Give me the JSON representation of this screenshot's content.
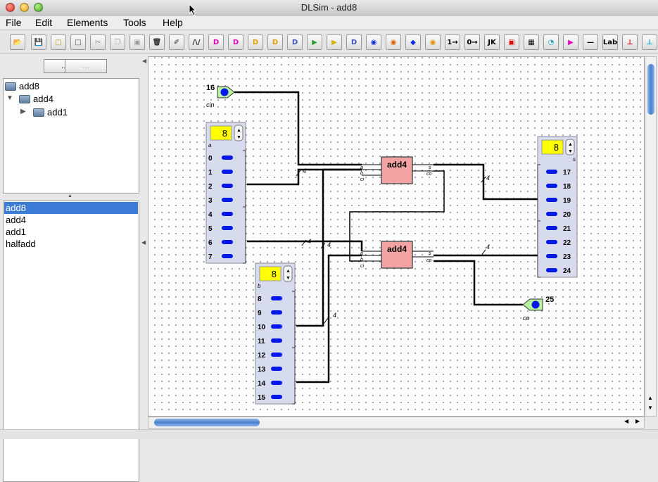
{
  "window": {
    "title": "DLSim - add8"
  },
  "menu": [
    "File",
    "Edit",
    "Elements",
    "Tools",
    "Help"
  ],
  "toolbar": {
    "buttons": [
      {
        "name": "open-icon",
        "glyph": "📂",
        "color": "#d8a000"
      },
      {
        "name": "save-icon",
        "glyph": "💾",
        "color": "#333"
      },
      {
        "name": "new-icon",
        "glyph": "□",
        "color": "#b8a000"
      },
      {
        "name": "blank-page-icon",
        "glyph": "□",
        "color": "#555"
      },
      {
        "name": "cut-icon",
        "glyph": "✂",
        "color": "#9a9a9a"
      },
      {
        "name": "copy-icon",
        "glyph": "❐",
        "color": "#9a9a9a"
      },
      {
        "name": "paste-icon",
        "glyph": "▣",
        "color": "#9a9a9a"
      },
      {
        "name": "delete-icon",
        "glyph": "🗑",
        "color": "#333"
      },
      {
        "name": "trash-edit-icon",
        "glyph": "✐",
        "color": "#333"
      },
      {
        "name": "wire-icon",
        "glyph": "/\\/",
        "color": "#222"
      },
      {
        "name": "and-gate-icon",
        "glyph": "D",
        "color": "#e000c0"
      },
      {
        "name": "nand-gate-icon",
        "glyph": "D",
        "color": "#e000c0"
      },
      {
        "name": "or-gate-icon",
        "glyph": "D",
        "color": "#e0a000"
      },
      {
        "name": "nor-gate-icon",
        "glyph": "D",
        "color": "#e0a000"
      },
      {
        "name": "xor-gate-icon",
        "glyph": "D",
        "color": "#4050c0"
      },
      {
        "name": "buffer-icon",
        "glyph": "▶",
        "color": "#30a030"
      },
      {
        "name": "not-gate-icon",
        "glyph": "▶",
        "color": "#d0b000"
      },
      {
        "name": "xnor-gate-icon",
        "glyph": "D",
        "color": "#4050c0"
      },
      {
        "name": "input-pin-icon",
        "glyph": "◉",
        "color": "#1030e0"
      },
      {
        "name": "output-pin-icon",
        "glyph": "◉",
        "color": "#e06000"
      },
      {
        "name": "probe-icon",
        "glyph": "◆",
        "color": "#1030e0"
      },
      {
        "name": "led-icon",
        "glyph": "◉",
        "color": "#e09000"
      },
      {
        "name": "constant-one-icon",
        "glyph": "1→",
        "color": "#000"
      },
      {
        "name": "constant-zero-icon",
        "glyph": "0→",
        "color": "#000"
      },
      {
        "name": "jk-flipflop-icon",
        "glyph": "JK",
        "color": "#000"
      },
      {
        "name": "register-icon",
        "glyph": "▣",
        "color": "#e00000"
      },
      {
        "name": "memory-icon",
        "glyph": "▦",
        "color": "#000"
      },
      {
        "name": "clock-icon",
        "glyph": "◔",
        "color": "#00a0c0"
      },
      {
        "name": "tristate-icon",
        "glyph": "▶",
        "color": "#e000c0"
      },
      {
        "name": "line-icon",
        "glyph": "—",
        "color": "#000"
      },
      {
        "name": "label-icon",
        "glyph": "Lab",
        "color": "#000"
      },
      {
        "name": "splitter-icon",
        "glyph": "⊥",
        "color": "#e00000"
      },
      {
        "name": "bus-icon",
        "glyph": "⊥",
        "color": "#00a0c0"
      }
    ]
  },
  "left_panel": {
    "buttons": [
      "...",
      "..."
    ],
    "tree": [
      {
        "label": "add8",
        "depth": 0,
        "expander": ""
      },
      {
        "label": "add4",
        "depth": 1,
        "expander": "▼"
      },
      {
        "label": "add1",
        "depth": 2,
        "expander": "▶"
      }
    ],
    "list": [
      {
        "label": "add8",
        "selected": true
      },
      {
        "label": "add4",
        "selected": false
      },
      {
        "label": "add1",
        "selected": false
      },
      {
        "label": "halfadd",
        "selected": false
      }
    ]
  },
  "circuit": {
    "cin": {
      "num": "16",
      "label": "cin"
    },
    "co": {
      "num": "25",
      "label": "co"
    },
    "bank_a": {
      "width": "8",
      "label": "a",
      "bits": [
        "0",
        "1",
        "2",
        "3",
        "4",
        "5",
        "6",
        "7"
      ]
    },
    "bank_b": {
      "width": "8",
      "label": "b",
      "bits": [
        "8",
        "9",
        "10",
        "11",
        "12",
        "13",
        "14",
        "15"
      ]
    },
    "bank_s": {
      "width": "8",
      "label": "s",
      "bits": [
        "17",
        "18",
        "19",
        "20",
        "21",
        "22",
        "23",
        "24"
      ]
    },
    "adders": [
      {
        "title": "add4",
        "ports": [
          "a",
          "b",
          "ci",
          "s",
          "co"
        ]
      },
      {
        "title": "add4",
        "ports": [
          "a",
          "b",
          "ci",
          "s",
          "co"
        ]
      }
    ],
    "bus_width": "4",
    "colors": {
      "adder_fill": "#f4a3a3",
      "bank_fill": "#d6dbee",
      "spinner_fill": "#ffff00",
      "pin_fill": "#b8f2a0",
      "bit_blue": "#0018e8"
    }
  }
}
